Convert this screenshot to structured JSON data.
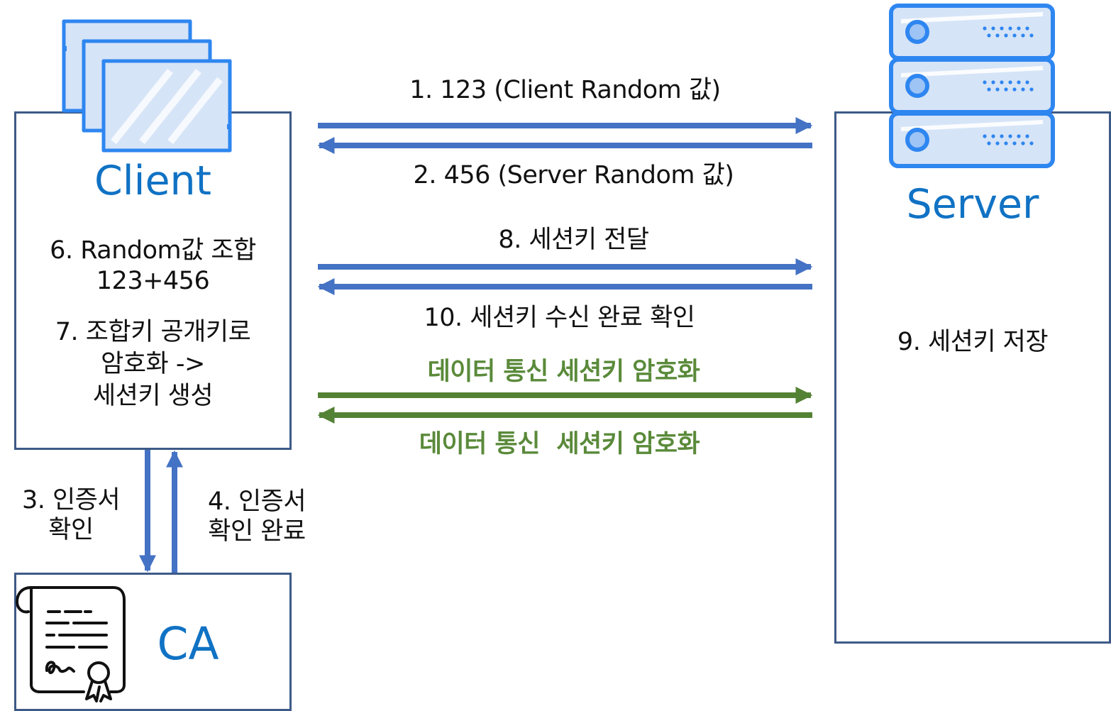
{
  "nodes": {
    "client": {
      "title": "Client"
    },
    "server": {
      "title": "Server"
    },
    "ca": {
      "title": "CA"
    }
  },
  "messages": {
    "m1": "1. 123 (Client Random 값)",
    "m2": "2. 456 (Server Random 값)",
    "m8": "8. 세션키 전달",
    "m10": "10. 세션키 수신 완료 확인",
    "data_top": "데이터 통신 세션키 암호화",
    "data_bottom": "데이터 통신  세션키 암호화"
  },
  "client_steps": {
    "step6": [
      "6. Random값 조합",
      "123+456"
    ],
    "step7": [
      "7. 조합키 공개키로",
      "암호화 ->",
      "세션키 생성"
    ]
  },
  "server_steps": {
    "step9": "9. 세션키 저장"
  },
  "ca_steps": {
    "step3": [
      "3. 인증서",
      "확인"
    ],
    "step4": [
      "4. 인증서",
      "확인 완료"
    ]
  },
  "colors": {
    "box_border": "#3d5a87",
    "arrow_blue": "#4472c4",
    "arrow_green": "#548235",
    "title_blue": "#1072c4",
    "icon_fill": "#d6e4f7",
    "icon_stroke": "#2e86f0"
  },
  "icons": {
    "client": "browser-windows-icon",
    "server": "server-rack-icon",
    "ca": "certificate-icon"
  }
}
